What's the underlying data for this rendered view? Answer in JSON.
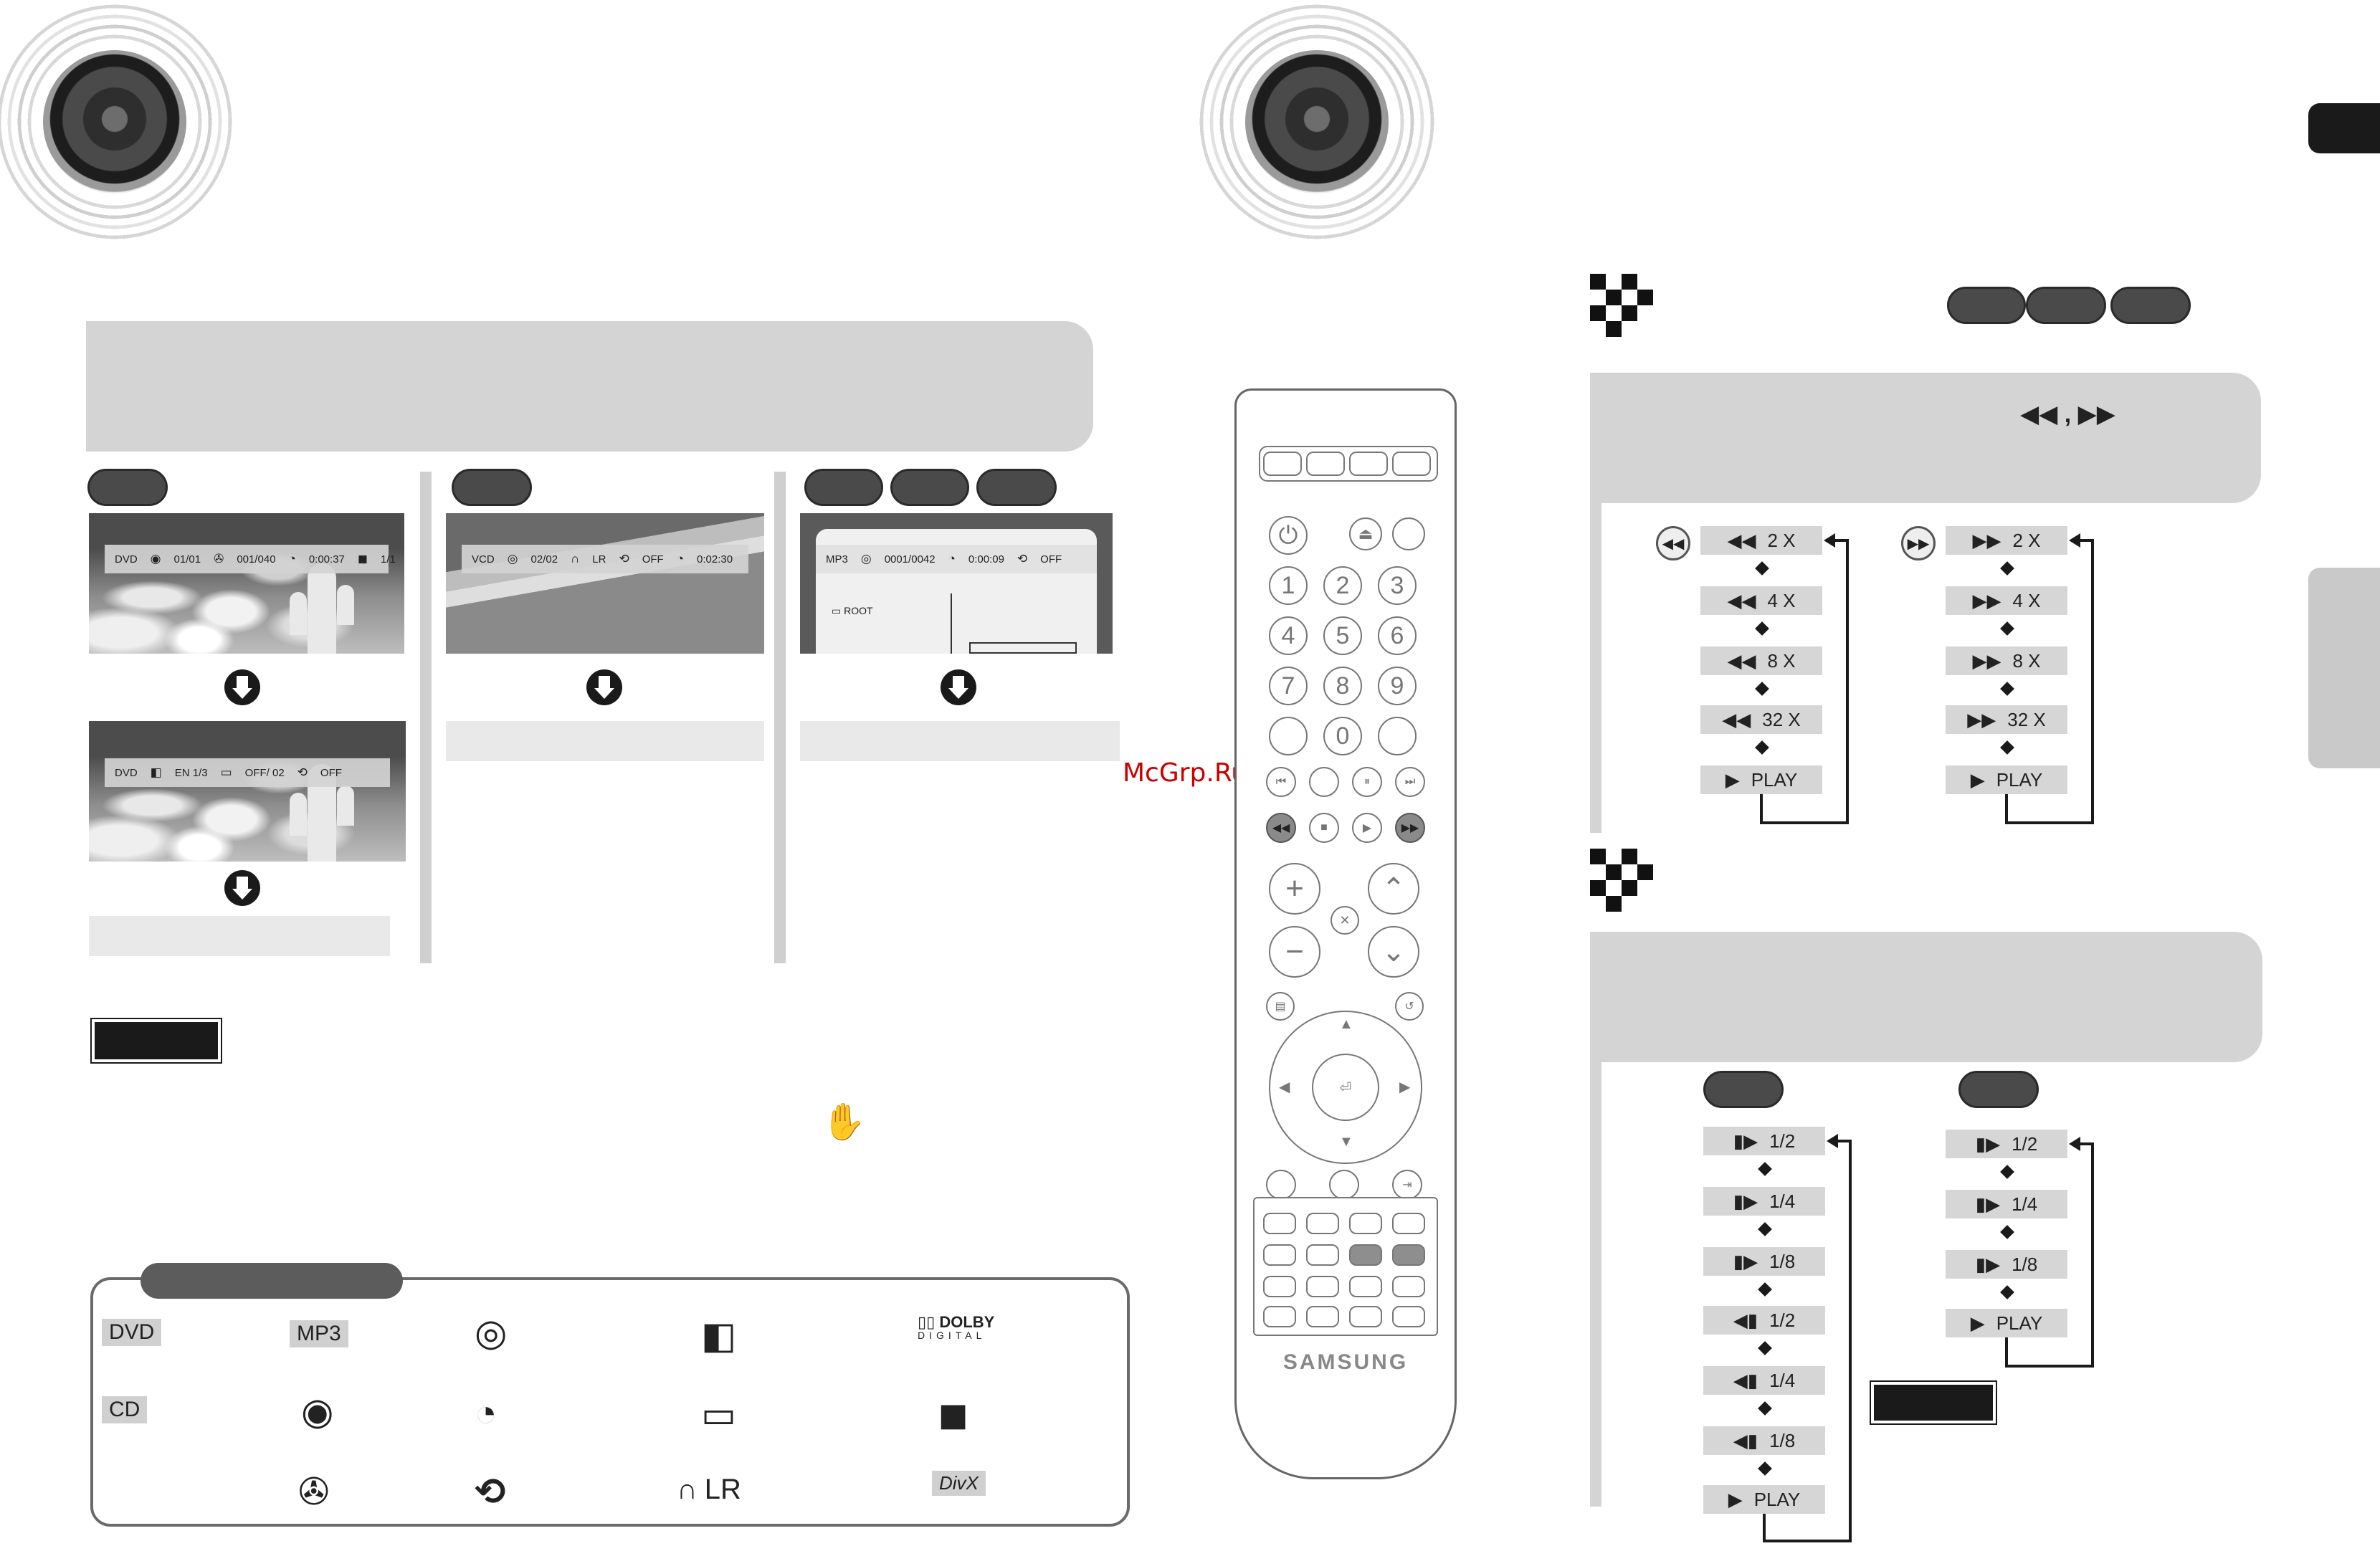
{
  "watermark": "McGrp.Ru",
  "left_panel": {
    "disc_labels": [
      "",
      "",
      "",
      "",
      ""
    ],
    "dvd_osd_1": {
      "disc": "DVD",
      "title": "01/01",
      "chapter": "001/040",
      "time": "0:00:37",
      "angle": "1/1"
    },
    "dvd_osd_2": {
      "disc": "DVD",
      "audio": "EN 1/3",
      "subtitle": "OFF/ 02",
      "repeat": "OFF"
    },
    "vcd_osd": {
      "disc": "VCD",
      "track": "02/02",
      "audio": "LR",
      "repeat": "OFF",
      "time": "0:02:30"
    },
    "mp3_osd": {
      "disc": "MP3",
      "track": "0001/0042",
      "time": "0:00:09",
      "repeat": "OFF",
      "folder": "ROOT"
    }
  },
  "legend": {
    "items": [
      "DVD",
      "CD",
      "MP3",
      "LR"
    ],
    "dolby": "DOLBY",
    "dolby_sub": "DIGITAL",
    "divx": "DivX"
  },
  "remote": {
    "brand": "SAMSUNG",
    "digits": [
      "1",
      "2",
      "3",
      "4",
      "5",
      "6",
      "7",
      "8",
      "9",
      "0"
    ]
  },
  "fast": {
    "header_symbols": "◀◀ , ▶▶",
    "rew_steps": [
      "2 X",
      "4 X",
      "8 X",
      "32 X",
      "PLAY"
    ],
    "ff_steps": [
      "2 X",
      "4 X",
      "8 X",
      "32 X",
      "PLAY"
    ]
  },
  "slow": {
    "left_steps": [
      "1/2",
      "1/4",
      "1/8",
      "1/2",
      "1/4",
      "1/8",
      "PLAY"
    ],
    "right_steps": [
      "1/2",
      "1/4",
      "1/8",
      "PLAY"
    ]
  }
}
